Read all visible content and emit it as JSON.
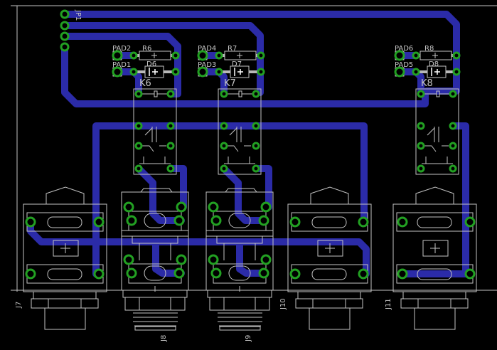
{
  "board": {
    "header": "JP1",
    "pads": [
      "PAD1",
      "PAD2",
      "PAD3",
      "PAD4",
      "PAD5",
      "PAD6"
    ],
    "resistors": [
      "R6",
      "R7",
      "R8"
    ],
    "diodes": [
      "D6",
      "D7",
      "D8"
    ],
    "relays": [
      "K6",
      "K7",
      "K8"
    ],
    "jacks": [
      "J7",
      "J8",
      "J9",
      "J10",
      "J11"
    ]
  },
  "colors": {
    "background": "#000000",
    "trace": "#2b2ba8",
    "pad": "#22a022",
    "silkscreen": "#c4c4c4"
  }
}
